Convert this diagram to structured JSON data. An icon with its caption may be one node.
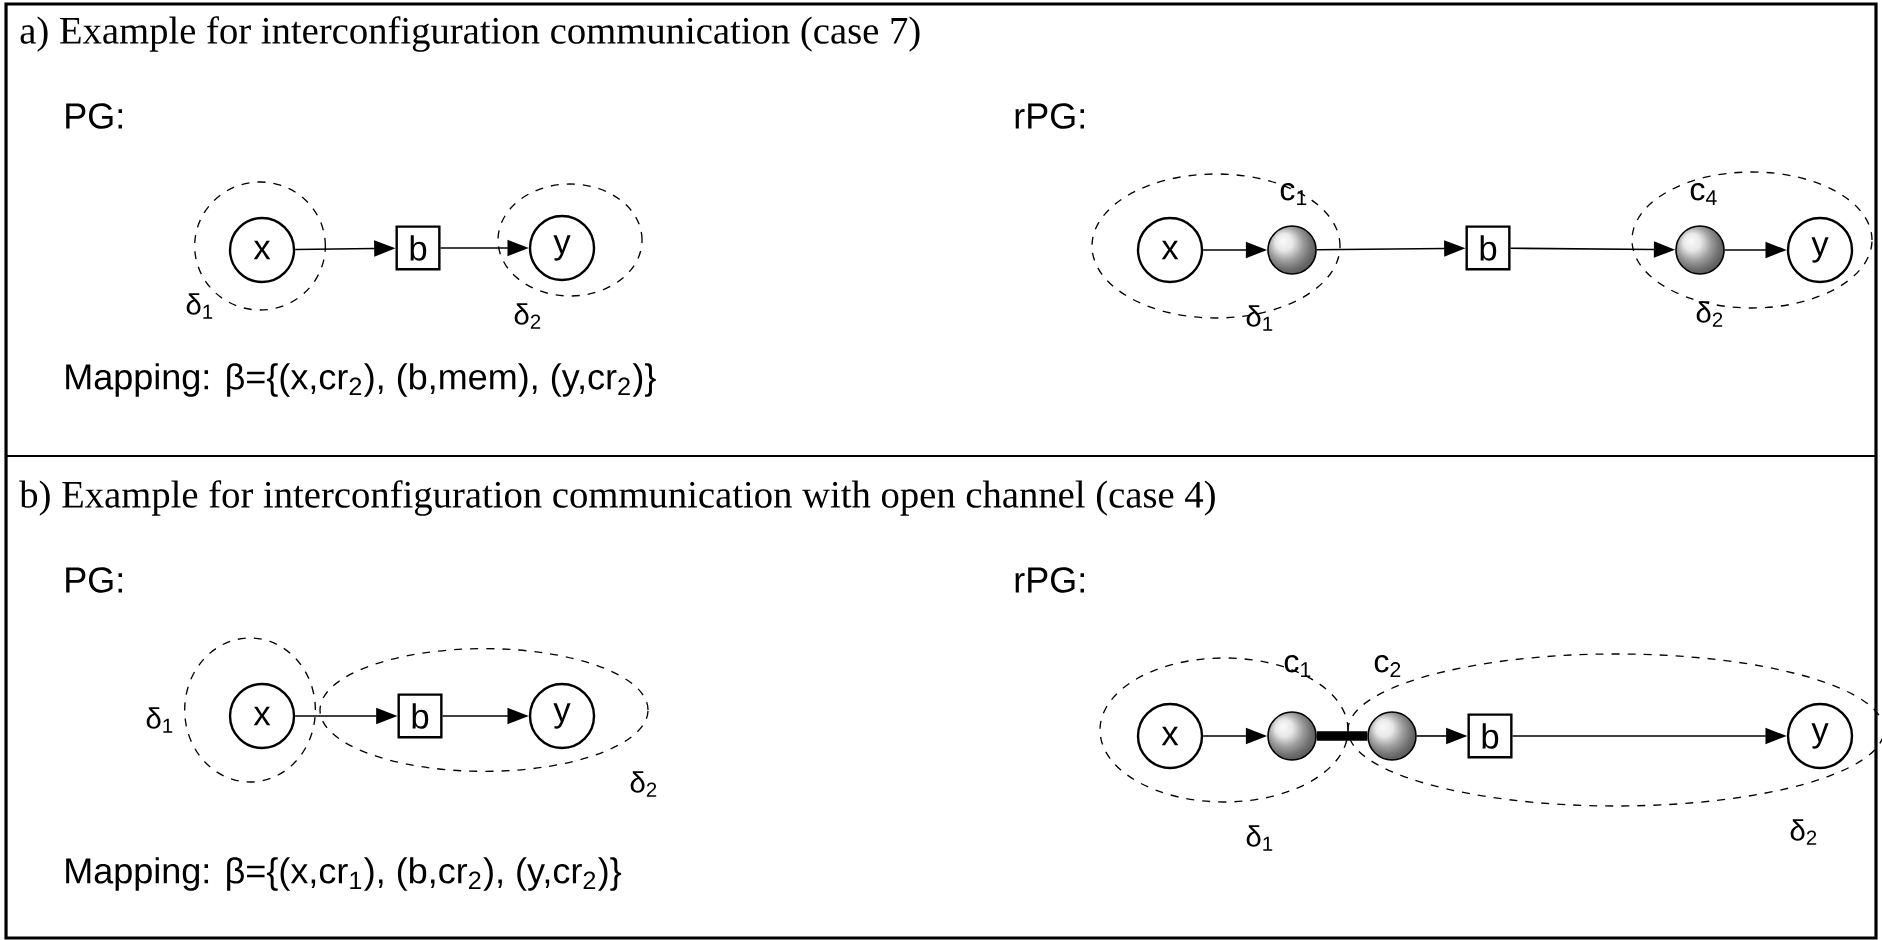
{
  "diagram": {
    "nodes": [
      {
        "text": [
          "δ$_{1}$"
        ]
      },
      {
        "text": [
          "x"
        ],
        "in": 0
      },
      {
        "text": [
          "b"
        ]
      },
      {
        "text": [
          "δ$_{2}$"
        ]
      },
      {
        "text": [
          "y"
        ],
        "in": 3
      },
      {
        "text": [
          "δ$_{1}$"
        ]
      },
      {
        "text": [
          "x"
        ],
        "in": 5
      },
      {
        "text": [
          "c$_{1}$"
        ],
        "in": 5
      },
      {
        "text": [
          "b"
        ]
      },
      {
        "text": [
          "δ$_{2}$"
        ]
      },
      {
        "text": [
          "c$_{4}$"
        ],
        "in": 9
      },
      {
        "text": [
          "y"
        ],
        "in": 9
      },
      {
        "text": [
          "δ$_{1}$"
        ]
      },
      {
        "text": [
          "x"
        ],
        "in": 12
      },
      {
        "text": [
          "δ$_{2}$"
        ]
      },
      {
        "text": [
          "b"
        ],
        "in": 14
      },
      {
        "text": [
          "y"
        ],
        "in": 14
      },
      {
        "text": [
          "δ$_{1}$"
        ]
      },
      {
        "text": [
          "x"
        ],
        "in": 17
      },
      {
        "text": [
          "c$_{1}$"
        ],
        "in": 17
      },
      {
        "text": [
          "δ$_{2}$"
        ]
      },
      {
        "text": [
          "c$_{2}$"
        ],
        "in": 20
      },
      {
        "text": [
          "b"
        ],
        "in": 20
      },
      {
        "text": [
          "y"
        ],
        "in": 20
      }
    ],
    "edges": [
      {
        "from": 1,
        "to": 2,
        "arrow": "to"
      },
      {
        "from": 2,
        "to": 4,
        "arrow": "to"
      },
      {
        "from": 6,
        "to": 7,
        "arrow": "to"
      },
      {
        "from": 7,
        "to": 8,
        "arrow": "to"
      },
      {
        "from": 8,
        "to": 10,
        "arrow": "to"
      },
      {
        "from": 10,
        "to": 11,
        "arrow": "to"
      },
      {
        "from": 13,
        "to": 15,
        "arrow": "to"
      },
      {
        "from": 15,
        "to": 16,
        "arrow": "to"
      },
      {
        "from": 18,
        "to": 19,
        "arrow": "to"
      },
      {
        "from": 19,
        "to": 21,
        "arrow": "none",
        "style": "thick"
      },
      {
        "from": 21,
        "to": 22,
        "arrow": "to"
      },
      {
        "from": 22,
        "to": 23,
        "arrow": "to"
      }
    ],
    "labels": [
      "a) Example for interconfiguration communication (case 7)",
      "PG:",
      "rPG:",
      "Mapping: β={(x,cr$_{2}$), (b,mem), (y,cr$_{2}$)}",
      "b) Example for interconfiguration communication with open channel (case 4)",
      "PG:",
      "rPG:",
      "Mapping: β={(x,cr$_{1}$), (b,cr$_{2}$), (y,cr$_{2}$)}"
    ]
  }
}
